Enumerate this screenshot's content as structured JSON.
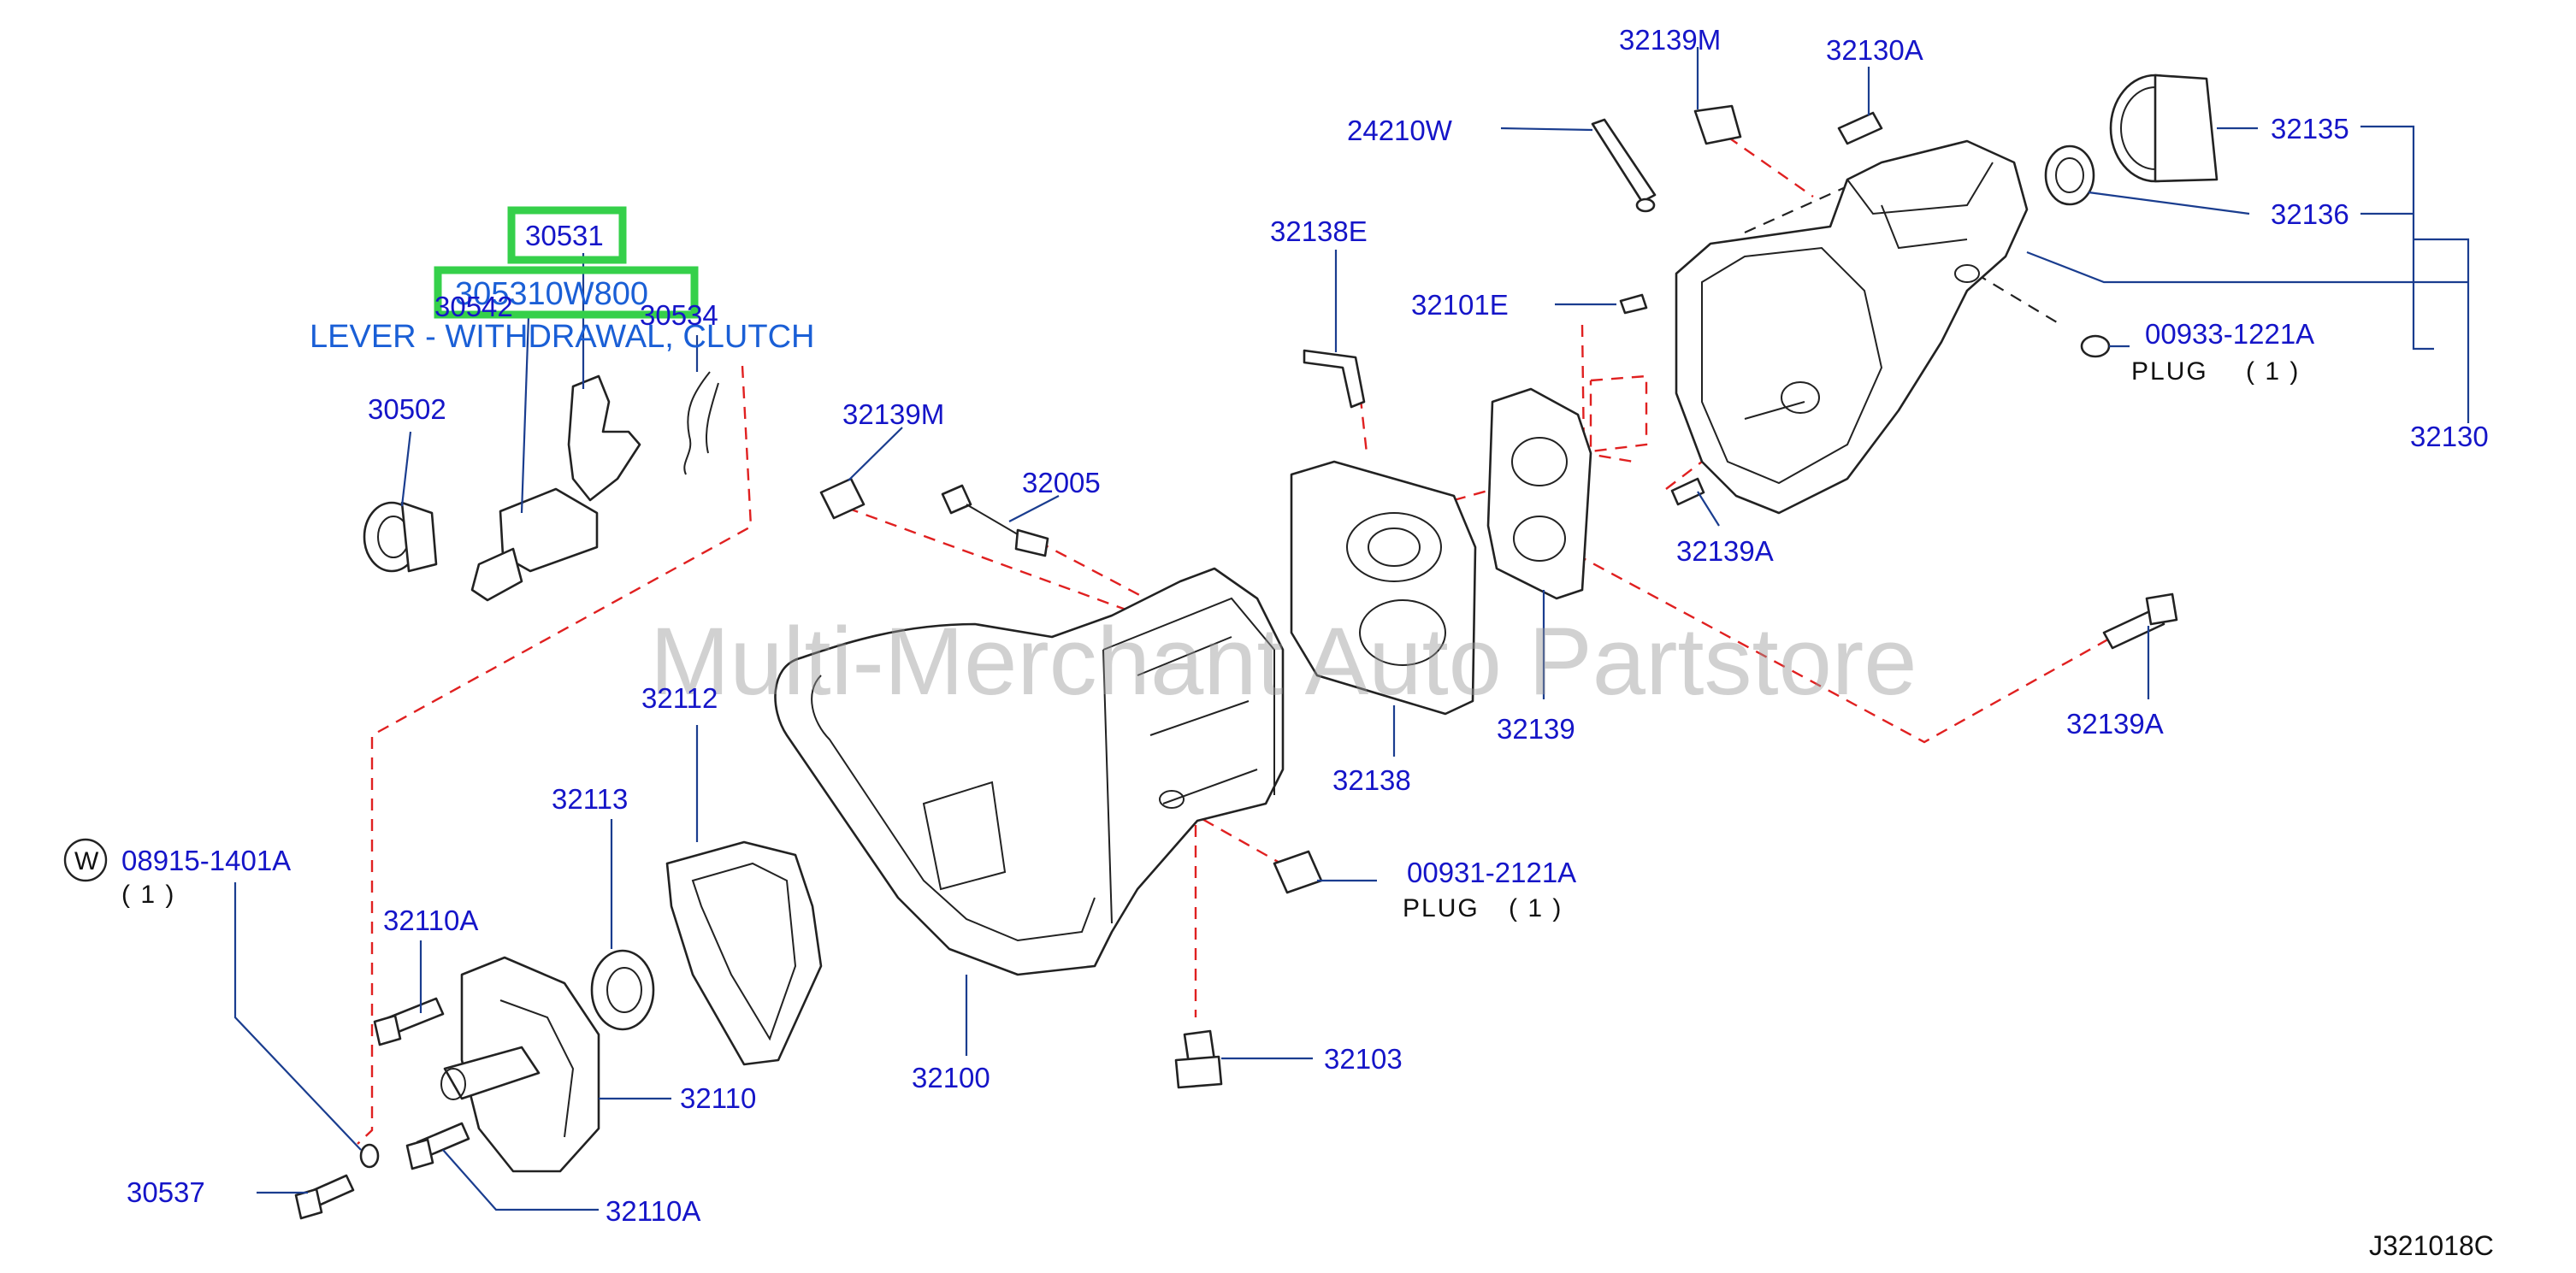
{
  "diagram": {
    "watermark": "Multi-Merchant Auto Partstore",
    "diagram_code": "J321018C",
    "highlight": {
      "part_ref": "30531",
      "part_number": "305310W800",
      "description": "LEVER - WITHDRAWAL, CLUTCH"
    },
    "labels": {
      "l_30542": "30542",
      "l_30534": "30534",
      "l_30502": "30502",
      "l_32139M_a": "32139M",
      "l_32005": "32005",
      "l_32138E": "32138E",
      "l_24210W": "24210W",
      "l_32139M_b": "32139M",
      "l_32130A": "32130A",
      "l_32135": "32135",
      "l_32136": "32136",
      "l_32101E": "32101E",
      "l_00933": "00933-1221A",
      "l_32130": "32130",
      "l_32139A_a": "32139A",
      "l_32139A_b": "32139A",
      "l_32138": "32138",
      "l_32139": "32139",
      "l_32112": "32112",
      "l_32113": "32113",
      "l_08915": "08915-1401A",
      "l_32110A_a": "32110A",
      "l_32110": "32110",
      "l_32110A_b": "32110A",
      "l_30537": "30537",
      "l_32100": "32100",
      "l_00931": "00931-2121A",
      "l_32103": "32103"
    },
    "notes": {
      "plug_1": "PLUG",
      "plug_1_qty": "( 1 )",
      "plug_2": "PLUG",
      "plug_2_qty": "( 1 )",
      "w_symbol": "W",
      "w_qty": "( 1 )"
    }
  }
}
